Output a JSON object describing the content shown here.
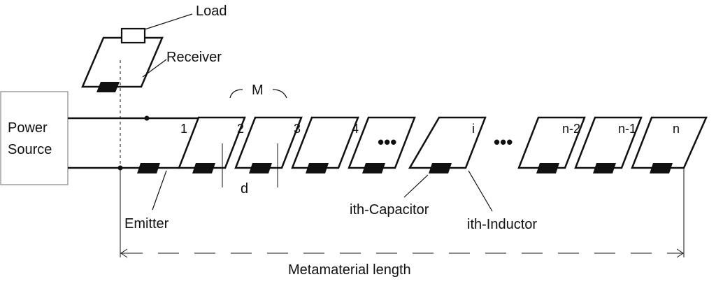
{
  "labels": {
    "load": "Load",
    "receiver": "Receiver",
    "mutual": "M",
    "power_source_line1": "Power",
    "power_source_line2": "Source",
    "emitter": "Emitter",
    "distance": "d",
    "capacitor": "ith-Capacitor",
    "inductor": "ith-Inductor",
    "length": "Metamaterial length"
  },
  "ellipsis": "•••",
  "cells": [
    "1",
    "2",
    "3",
    "4",
    "i",
    "n-2",
    "n-1",
    "n"
  ],
  "colors": {
    "line": "#111111",
    "box_border": "#888888",
    "fill": "#111111"
  }
}
